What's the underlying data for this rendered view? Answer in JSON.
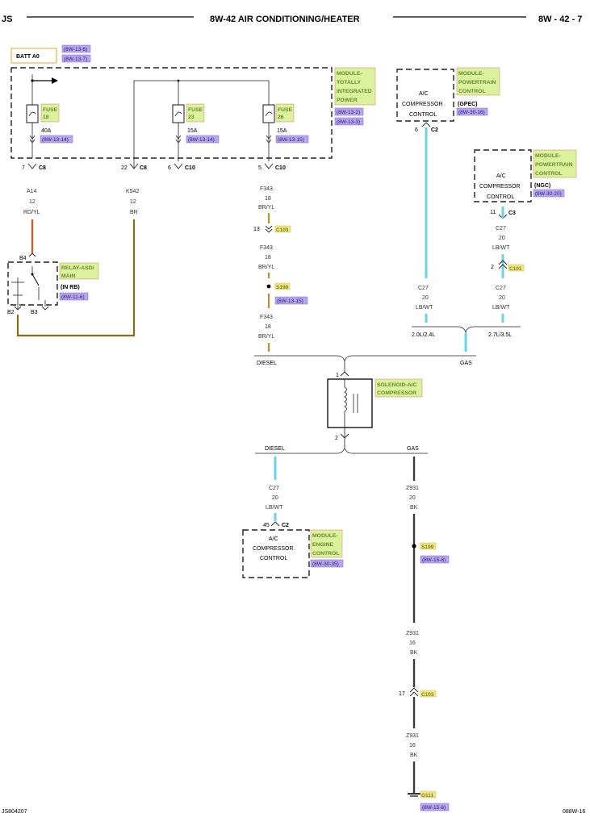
{
  "header": {
    "left": "JS",
    "title": "8W-42 AIR CONDITIONING/HEATER",
    "page": "8W - 42 - 7"
  },
  "footer": {
    "left": "JS804207",
    "right": "088W-16"
  },
  "batt": {
    "label": "BATT A0",
    "refs": [
      "(8W-13-6)",
      "(8W-13-7)"
    ]
  },
  "tipm": {
    "name_lines": [
      "MODULE-",
      "TOTALLY",
      "INTEGRATED",
      "POWER"
    ],
    "refs": [
      "(8W-13-2)",
      "(8W-13-3)"
    ],
    "fuses": [
      {
        "name_lines": [
          "FUSE",
          "18"
        ],
        "rating": "40A",
        "ref": "(8W-13-14)"
      },
      {
        "name_lines": [
          "FUSE",
          "23"
        ],
        "rating": "15A",
        "ref": "(8W-13-14)"
      },
      {
        "name_lines": [
          "FUSE",
          "26"
        ],
        "rating": "15A",
        "ref": "(8W-13-15)"
      }
    ],
    "pins": [
      {
        "pin": "7",
        "conn": "C8"
      },
      {
        "pin": "22",
        "conn": "C8"
      },
      {
        "pin": "6",
        "conn": "C10"
      },
      {
        "pin": "5",
        "conn": "C10"
      }
    ]
  },
  "wires": {
    "a14": [
      "A14",
      "12",
      "RD/YL"
    ],
    "k542": [
      "K542",
      "12",
      "BR"
    ],
    "f343a": [
      "F343",
      "18",
      "BR/YL"
    ],
    "f343b": [
      "F343",
      "18",
      "BR/YL"
    ],
    "f343c": [
      "F343",
      "18",
      "BR/YL"
    ],
    "c27_gpec": [
      "C27",
      "20",
      "LB/WT"
    ],
    "c27_ngc_a": [
      "C27",
      "20",
      "LB/WT"
    ],
    "c27_ngc_b": [
      "C27",
      "20",
      "LB/WT"
    ],
    "c27_ecm": [
      "C27",
      "20",
      "LB/WT"
    ],
    "z931a": [
      "Z931",
      "20",
      "BK"
    ],
    "z931b": [
      "Z931",
      "16",
      "BK"
    ],
    "z931c": [
      "Z931",
      "16",
      "BK"
    ]
  },
  "relay": {
    "name_lines": [
      "RELAY-ASD/",
      "MAIN"
    ],
    "location": "(IN RB)",
    "ref": "(8W-11-6)",
    "pins": [
      "B4",
      "B2",
      "B3"
    ]
  },
  "connectors": {
    "c103_upper": {
      "pin": "13",
      "name": "C103"
    },
    "c101": {
      "pin": "2",
      "name": "C101"
    },
    "c103_lower": {
      "pin": "17",
      "name": "C103"
    },
    "gpec_c2": {
      "pin": "6",
      "name": "C2"
    },
    "ngc_c3": {
      "pin": "11",
      "name": "C3"
    },
    "ecm_c2": {
      "pin": "45",
      "name": "C2"
    },
    "sol_pin1": "1",
    "sol_pin2": "2"
  },
  "splices": {
    "s190": {
      "name": "S190",
      "ref": "(8W-13-15)"
    },
    "s199": {
      "name": "S199",
      "ref": "(8W-15-8)"
    }
  },
  "ground": {
    "name": "G111",
    "ref": "(8W-15-6)"
  },
  "gpec": {
    "box_lines": [
      "A/C",
      "COMPRESSOR",
      "CONTROL"
    ],
    "name_lines": [
      "MODULE-",
      "POWERTRAIN",
      "CONTROL"
    ],
    "variant": "(GPEC)",
    "ref": "(8W-30-16)"
  },
  "ngc": {
    "box_lines": [
      "A/C",
      "COMPRESSOR",
      "CONTROL"
    ],
    "name_lines": [
      "MODULE-",
      "POWERTRAIN",
      "CONTROL"
    ],
    "variant": "(NGC)",
    "ref": "(8W-30-20)"
  },
  "ecm": {
    "box_lines": [
      "A/C",
      "COMPRESSOR",
      "CONTROL"
    ],
    "name_lines": [
      "MODULE-",
      "ENGINE",
      "CONTROL"
    ],
    "ref": "(8W-30-35)"
  },
  "solenoid": {
    "name_lines": [
      "SOLENOID-A/C",
      "COMPRESSOR"
    ]
  },
  "branches": {
    "engine_left": "2.0L/2.4L",
    "engine_right": "2.7L/3.5L",
    "diesel_top": "DIESEL",
    "gas_top": "GAS",
    "diesel_bottom": "DIESEL",
    "gas_bottom": "GAS"
  },
  "colors": {
    "rd_yl": "#e2531f",
    "br": "#8b6a16",
    "br_yl": "#b2942a",
    "lb_wt": "#69d3e4",
    "bk": "#3a3a3a",
    "ref_purple": "#b9a6ee",
    "module_green": "#d9f29b",
    "connector_yellow": "#efe889"
  }
}
